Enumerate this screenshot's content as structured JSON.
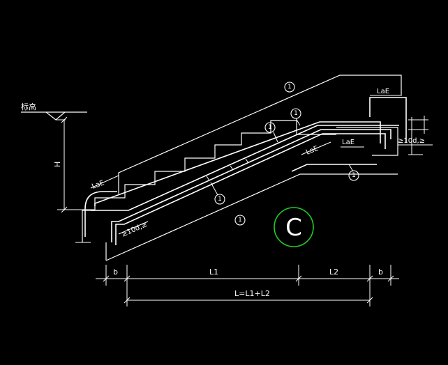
{
  "drawing": {
    "elevation_label": "标高",
    "height_label": "H",
    "anchor_lae": "LaE",
    "bend_10d": "≥10d,≥",
    "bar_number": "1",
    "dim_b": "b",
    "dim_l1": "L1",
    "dim_l2": "L2",
    "dim_total": "L=L1+L2",
    "snap_icon": "circle-c-icon",
    "snap_letter": "C",
    "colors": {
      "background": "#000000",
      "lines": "#ffffff",
      "snap": "#22cc22"
    }
  }
}
